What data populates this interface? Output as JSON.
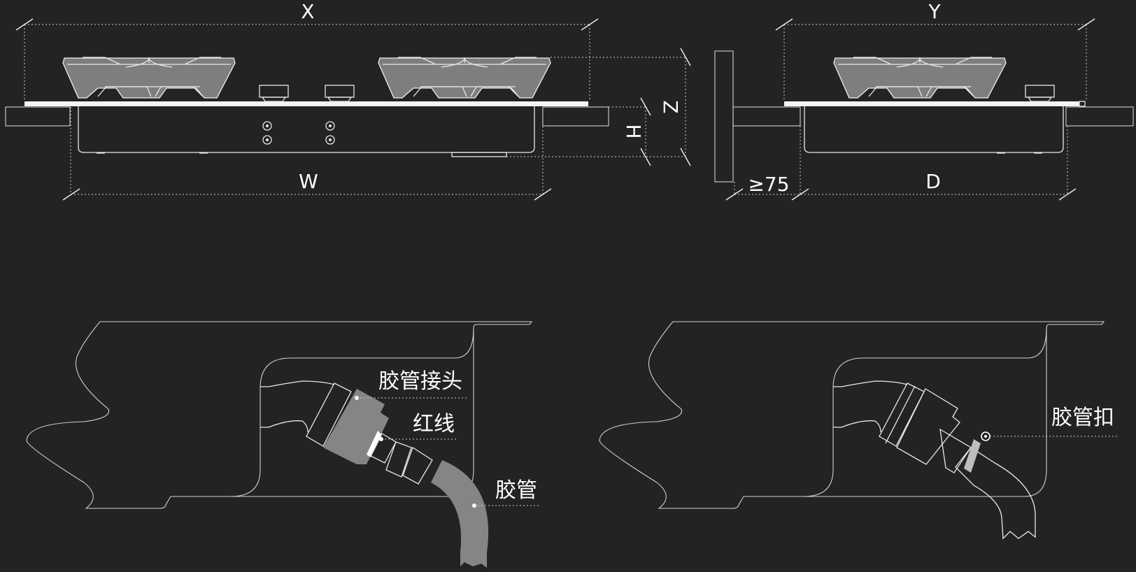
{
  "dimensions": {
    "x": "X",
    "y": "Y",
    "z": "Z",
    "h": "H",
    "w": "W",
    "d": "D",
    "clearance": "≥75"
  },
  "callouts": {
    "hose_connector": "胶管接头",
    "red_line": "红线",
    "hose": "胶管",
    "hose_clamp": "胶管扣"
  },
  "colors": {
    "background": "#232323",
    "line": "#e8e8e8",
    "hose_fill": "#858585"
  }
}
